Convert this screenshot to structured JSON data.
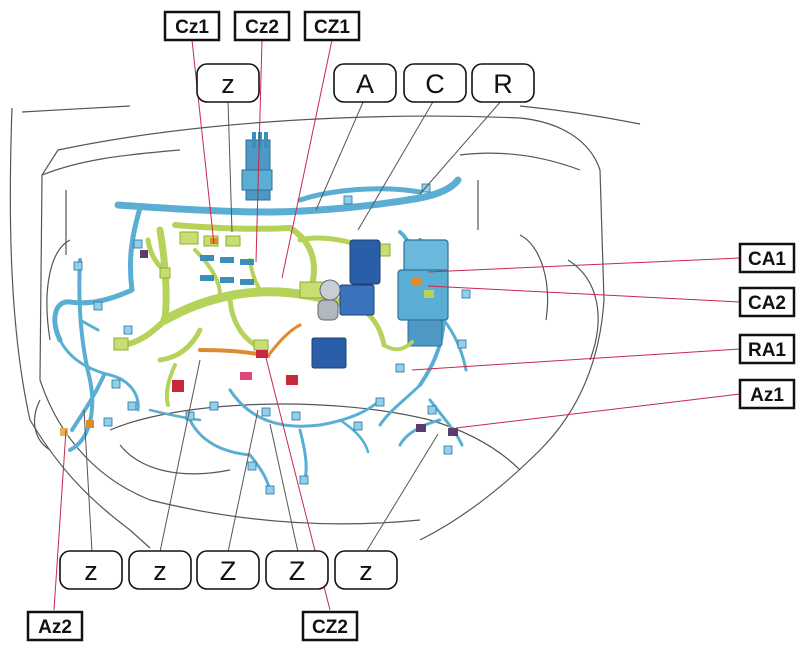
{
  "colors": {
    "harness_blue": "#5aaed4",
    "harness_blue_dark": "#3a8fb8",
    "harness_green": "#b5d35a",
    "harness_green_dark": "#8cad2e",
    "module_blue": "#2b5ea8",
    "connector_red": "#c8283c",
    "connector_orange": "#e08a2e",
    "leader_red": "#c8284a",
    "leader_grey": "#555555",
    "outline": "#333333"
  },
  "callouts_top": [
    {
      "id": "Cz1",
      "text": "Cz1"
    },
    {
      "id": "Cz2",
      "text": "Cz2"
    },
    {
      "id": "CZ1",
      "text": "CZ1"
    }
  ],
  "callouts_right": [
    {
      "id": "CA1",
      "text": "CA1"
    },
    {
      "id": "CA2",
      "text": "CA2"
    },
    {
      "id": "RA1",
      "text": "RA1"
    },
    {
      "id": "Az1",
      "text": "Az1"
    }
  ],
  "callouts_bottom": [
    {
      "id": "Az2",
      "text": "Az2"
    },
    {
      "id": "CZ2",
      "text": "CZ2"
    }
  ],
  "round_top": [
    {
      "id": "z",
      "text": "z"
    },
    {
      "id": "A",
      "text": "A"
    },
    {
      "id": "C",
      "text": "C"
    },
    {
      "id": "R",
      "text": "R"
    }
  ],
  "round_bottom": [
    {
      "id": "z1",
      "text": "z"
    },
    {
      "id": "z2",
      "text": "z"
    },
    {
      "id": "Z1",
      "text": "Z"
    },
    {
      "id": "Z2",
      "text": "Z"
    },
    {
      "id": "z3",
      "text": "z"
    }
  ]
}
